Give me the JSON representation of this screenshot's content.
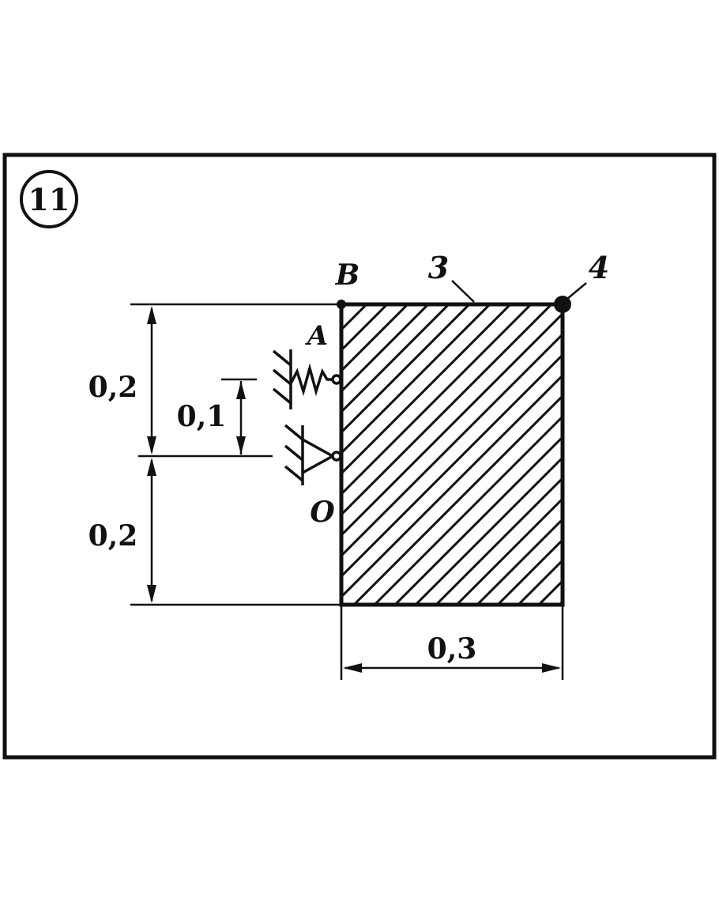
{
  "figure": {
    "number": "11",
    "points": {
      "B": "B",
      "A": "A",
      "O": "O"
    },
    "parts": {
      "plate": "3",
      "mass": "4"
    },
    "dimensions": {
      "upper_height": "0,2",
      "lower_height": "0,2",
      "spring_offset": "0,1",
      "width": "0,3"
    },
    "colors": {
      "ink": "#111111",
      "background": "#ffffff"
    }
  }
}
